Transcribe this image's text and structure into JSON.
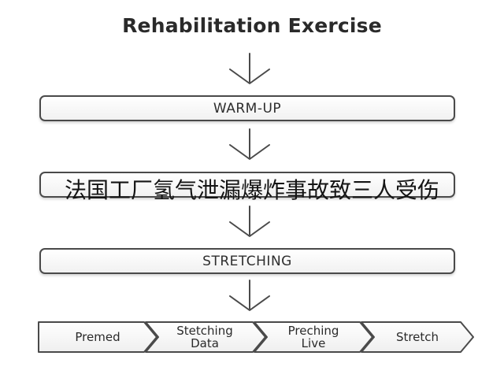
{
  "title": "Rehabilitation Exercise",
  "stages": {
    "warmup": "WARM-UP",
    "middle": "",
    "stretching": "STRETCHING"
  },
  "overlay_text": "法国工厂氢气泄漏爆炸事故致三人受伤",
  "steps": [
    {
      "label": "Premed"
    },
    {
      "label": "Stetching\nData"
    },
    {
      "label": "Preching\nLive"
    },
    {
      "label": "Stretch"
    }
  ],
  "colors": {
    "stroke": "#4a4a4a",
    "text": "#2e2e2e",
    "background": "#ffffff"
  }
}
